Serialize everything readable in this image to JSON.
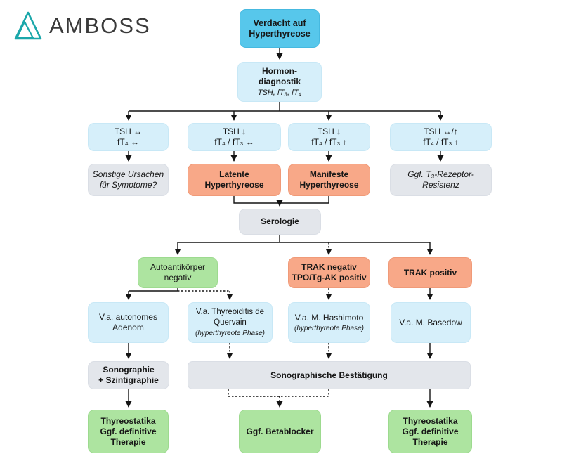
{
  "logo": {
    "brand": "AMBOSS"
  },
  "colors": {
    "accent_blue": "#57C7EB",
    "light_blue": "#D6EFFA",
    "orange": "#F8A888",
    "green": "#ADE4A0",
    "gray": "#E3E6EB",
    "line_black": "#141414",
    "logo_teal": "#1BA7AA"
  },
  "nodes": {
    "verdacht": {
      "lines": [
        "Verdacht auf",
        "Hyperthyreose"
      ]
    },
    "hormon": {
      "lines": [
        "Hormon-",
        "diagnostik"
      ],
      "sub": "TSH, fT₃, fT₄"
    },
    "tsh1": {
      "lines": [
        "TSH ↔",
        "fT₄ ↔"
      ]
    },
    "tsh2": {
      "lines": [
        "TSH ↓",
        "fT₄ / fT₃ ↔"
      ]
    },
    "tsh3": {
      "lines": [
        "TSH ↓",
        "fT₄ / fT₃ ↑"
      ]
    },
    "tsh4": {
      "lines": [
        "TSH ↔/↑",
        "fT₄ / fT₃ ↑"
      ]
    },
    "sonstige": {
      "lines": [
        "Sonstige Ursachen",
        "für Symptome?"
      ]
    },
    "latente": {
      "lines": [
        "Latente",
        "Hyperthyreose"
      ]
    },
    "manifeste": {
      "lines": [
        "Manifeste",
        "Hyperthyreose"
      ]
    },
    "rezeptor": {
      "lines": [
        "Ggf. T₃-Rezeptor-",
        "Resistenz"
      ]
    },
    "serologie": {
      "label": "Serologie"
    },
    "autoak": {
      "lines": [
        "Autoantikörper",
        "negativ"
      ]
    },
    "trakneg": {
      "lines": [
        "TRAK negativ",
        "TPO/Tg-AK positiv"
      ]
    },
    "trakpos": {
      "label": "TRAK positiv"
    },
    "adenom": {
      "lines": [
        "V.a. autonomes",
        "Adenom"
      ]
    },
    "quervain": {
      "lines": [
        "V.a. Thyreoiditis de",
        "Quervain"
      ],
      "note": "(hyperthyreote Phase)"
    },
    "hashimoto": {
      "lines": [
        "V.a. M. Hashimoto"
      ],
      "note": "(hyperthyreote Phase)"
    },
    "basedow": {
      "label": "V.a. M. Basedow"
    },
    "sono_szinti": {
      "lines": [
        "Sonographie",
        "+ Szintigraphie"
      ]
    },
    "sono_best": {
      "label": "Sonographische Bestätigung"
    },
    "therapie_left": {
      "lines": [
        "Thyreostatika",
        "Ggf. definitive",
        "Therapie"
      ]
    },
    "betablocker": {
      "label": "Ggf. Betablocker"
    },
    "therapie_right": {
      "lines": [
        "Thyreostatika",
        "Ggf. definitive",
        "Therapie"
      ]
    }
  }
}
